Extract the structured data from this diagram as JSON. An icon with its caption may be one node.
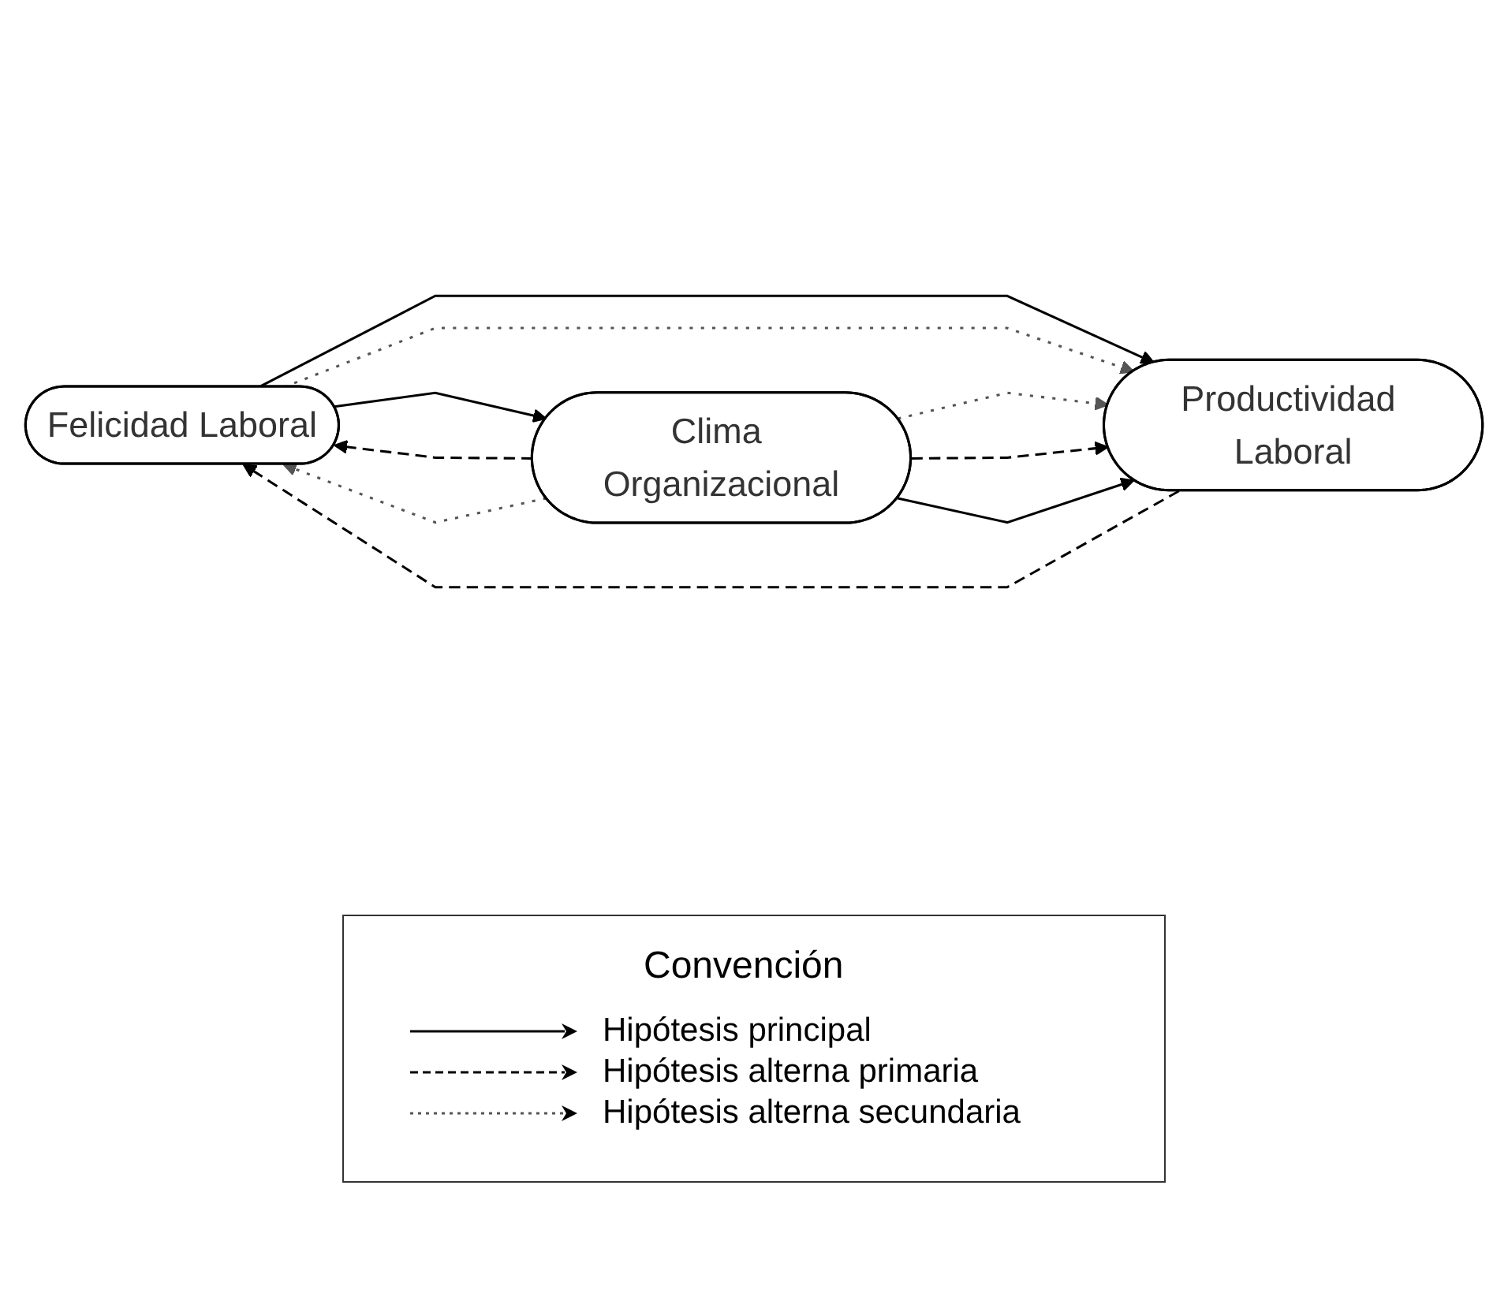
{
  "diagram": {
    "nodes": [
      {
        "text": [
          "Felicidad Laboral"
        ]
      },
      {
        "text": [
          "Productividad Laboral"
        ]
      },
      {
        "text": [
          "Clima Organizacional"
        ]
      }
    ],
    "edges": [
      {
        "from": 0,
        "to": 1,
        "arrow": "to"
      },
      {
        "from": 1,
        "to": 0,
        "arrow": "to",
        "style": "dashed"
      },
      {
        "from": 0,
        "to": 1,
        "arrow": "to",
        "style": "dashed",
        "color": "#555555"
      },
      {
        "from": 0,
        "to": 2,
        "arrow": "to"
      },
      {
        "from": 2,
        "to": 0,
        "arrow": "to",
        "style": "dashed"
      },
      {
        "from": 2,
        "to": 0,
        "arrow": "to",
        "style": "dashed",
        "color": "#555555"
      },
      {
        "from": 2,
        "to": 1,
        "arrow": "to",
        "style": "dashed",
        "color": "#555555"
      },
      {
        "from": 2,
        "to": 1,
        "arrow": "to",
        "style": "dashed"
      },
      {
        "from": 2,
        "to": 1,
        "arrow": "to"
      }
    ],
    "labels": [
      "Convención"
    ],
    "legend": [
      {
        "text": "Hipótesis principal"
      },
      {
        "text": "Hipótesis alterna primaria"
      },
      {
        "text": "Hipótesis alterna secundaria"
      }
    ]
  }
}
